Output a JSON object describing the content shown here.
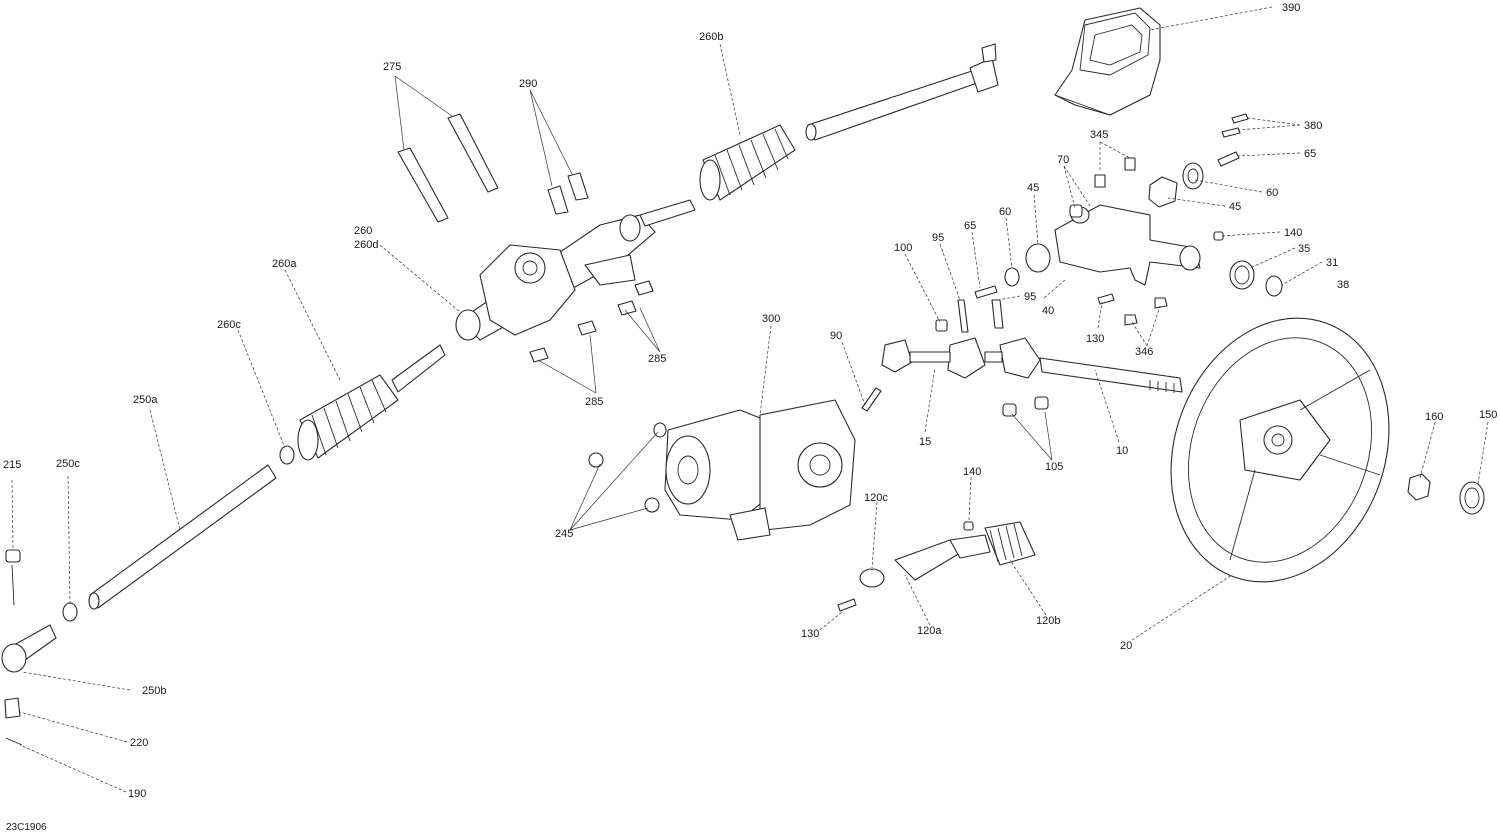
{
  "diagram_code": "23C1906",
  "callouts": [
    "390",
    "380",
    "65",
    "60",
    "45",
    "140",
    "35",
    "31",
    "38",
    "345",
    "70",
    "45",
    "60",
    "65",
    "95",
    "100",
    "95",
    "40",
    "130",
    "346",
    "275",
    "290",
    "260b",
    "260",
    "260d",
    "260a",
    "285",
    "285",
    "300",
    "90",
    "15",
    "10",
    "105",
    "260c",
    "250a",
    "215",
    "250c",
    "250b",
    "220",
    "190",
    "245",
    "140",
    "120c",
    "130",
    "120a",
    "120b",
    "20",
    "160",
    "150"
  ]
}
